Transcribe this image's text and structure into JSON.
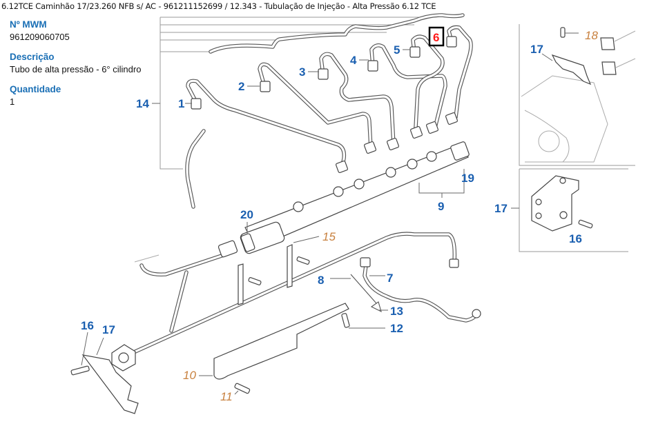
{
  "header": {
    "title": "6.12TCE Caminhão 17/23.260 NFB s/ AC - 961211152699  /  12.343 - Tubulação de Injeção - Alta Pressão 6.12 TCE"
  },
  "part_info": {
    "part_number_label": "Nº MWM",
    "part_number_value": "961209060705",
    "description_label": "Descrição",
    "description_value": "Tubo de alta pressão - 6° cilindro",
    "quantity_label": "Quantidade",
    "quantity_value": "1"
  },
  "diagram": {
    "selected_callout": "6",
    "colors": {
      "callout": "#1a5fb0",
      "callout_italic": "#c8813f",
      "selected": "#ff1a1a",
      "line": "#555555"
    },
    "callouts": [
      {
        "id": "1",
        "style": "bold"
      },
      {
        "id": "2",
        "style": "bold"
      },
      {
        "id": "3",
        "style": "bold"
      },
      {
        "id": "4",
        "style": "bold"
      },
      {
        "id": "5",
        "style": "bold"
      },
      {
        "id": "6",
        "style": "selected"
      },
      {
        "id": "7",
        "style": "bold"
      },
      {
        "id": "8",
        "style": "bold"
      },
      {
        "id": "9",
        "style": "bold"
      },
      {
        "id": "10",
        "style": "italic"
      },
      {
        "id": "11",
        "style": "italic"
      },
      {
        "id": "12",
        "style": "bold"
      },
      {
        "id": "13",
        "style": "bold"
      },
      {
        "id": "14",
        "style": "bold"
      },
      {
        "id": "15",
        "style": "italic"
      },
      {
        "id": "16",
        "style": "bold"
      },
      {
        "id": "17",
        "style": "bold"
      },
      {
        "id": "19",
        "style": "bold"
      },
      {
        "id": "20",
        "style": "bold"
      },
      {
        "id": "18",
        "style": "italic"
      },
      {
        "id": "17",
        "style": "bold"
      },
      {
        "id": "17",
        "style": "bold"
      },
      {
        "id": "16",
        "style": "bold"
      }
    ]
  }
}
